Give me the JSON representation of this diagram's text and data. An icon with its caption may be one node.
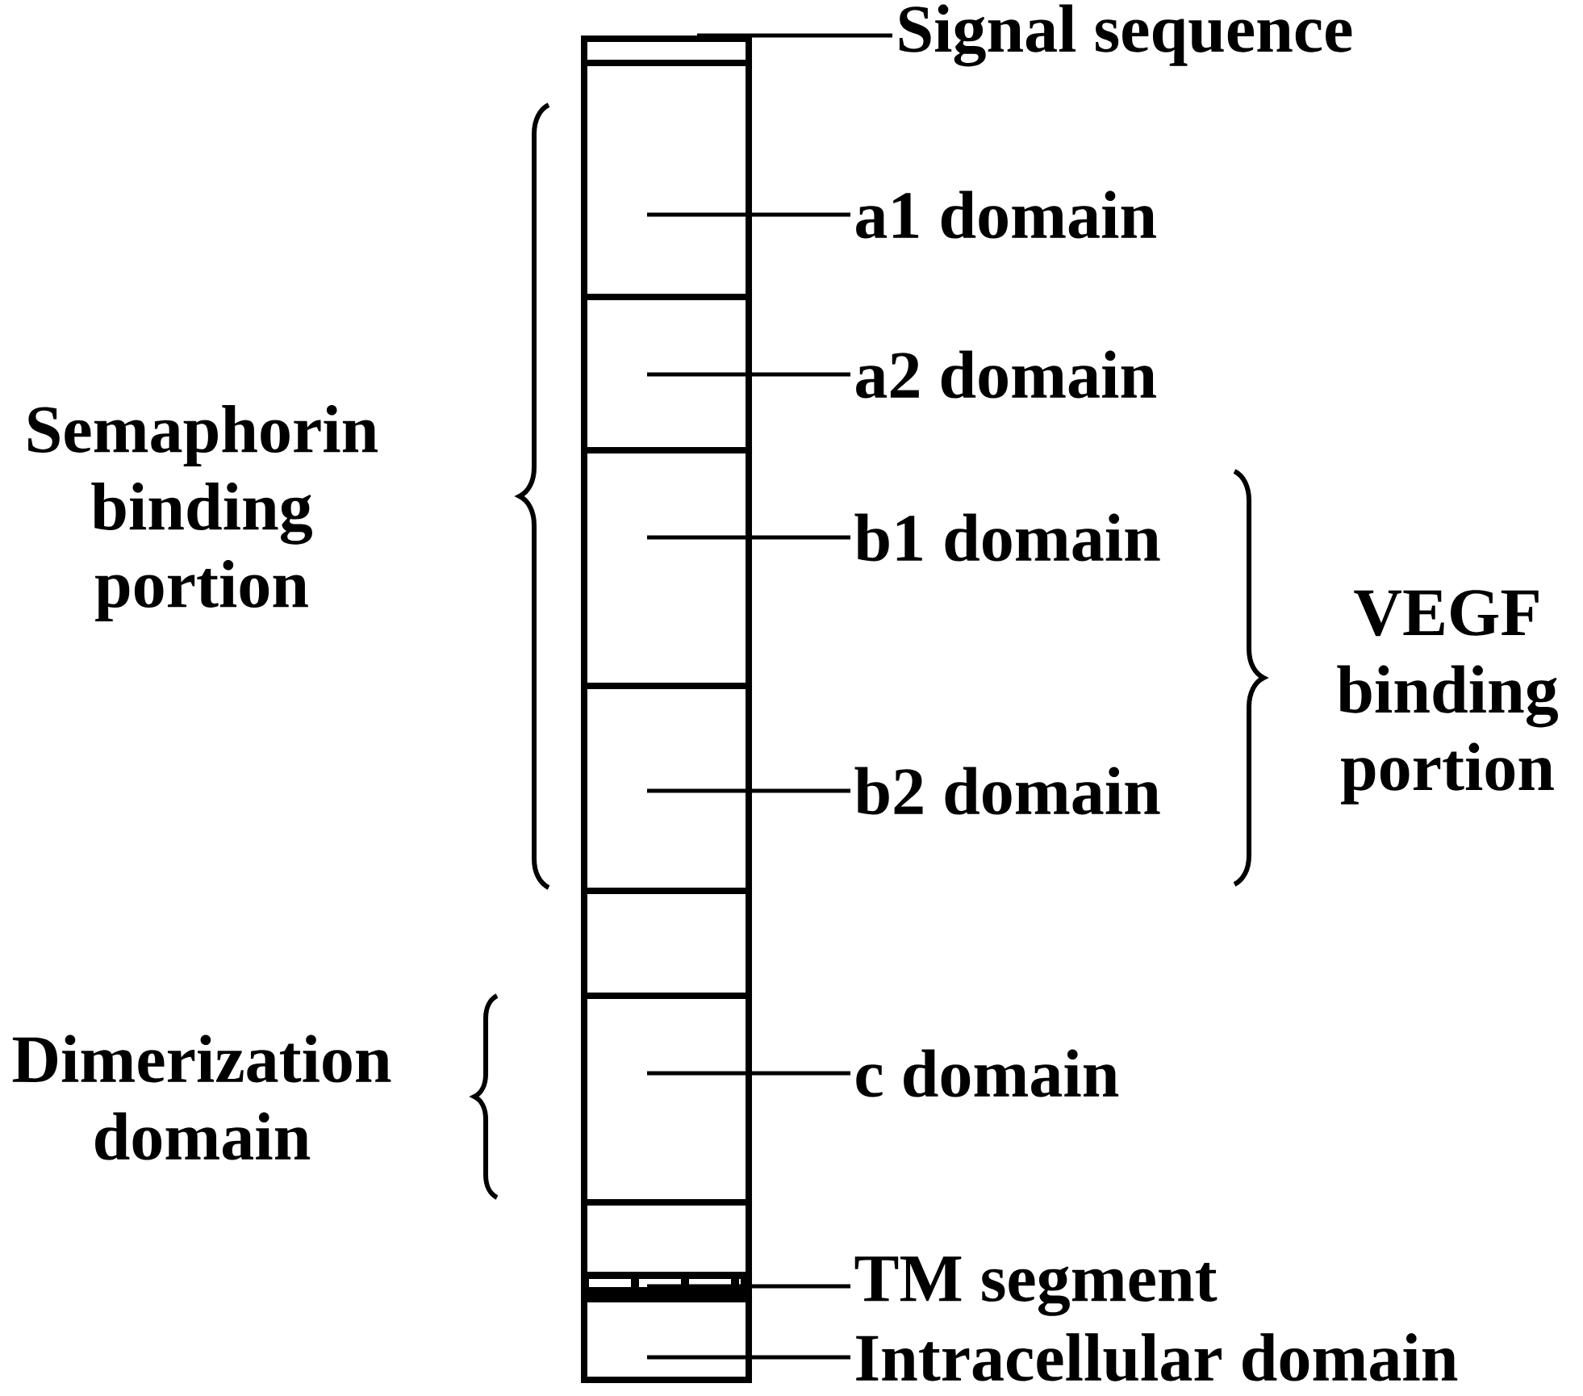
{
  "diagram": {
    "nodes": [
      {
        "text": [
          "Signal sequence"
        ]
      },
      {
        "text": [
          "a1 domain"
        ]
      },
      {
        "text": [
          "a2 domain"
        ]
      },
      {
        "text": [
          "b1 domain"
        ]
      },
      {
        "text": [
          "b2 domain"
        ]
      },
      {
        "text": [
          "c domain"
        ]
      },
      {
        "text": [
          "TM segment"
        ]
      },
      {
        "text": [
          "Intracellular domain"
        ]
      },
      {
        "text": [],
        "shape": "box"
      },
      {
        "text": [],
        "shape": "box"
      },
      {
        "text": [],
        "shape": "box"
      },
      {
        "text": [],
        "shape": "box"
      },
      {
        "text": [],
        "shape": "box"
      },
      {
        "text": [],
        "shape": "box"
      },
      {
        "text": [],
        "shape": "box"
      },
      {
        "text": [],
        "shape": "box"
      },
      {
        "text": [],
        "shape": "bar"
      },
      {
        "text": [],
        "shape": "box"
      }
    ],
    "edges": [
      {
        "from": 0,
        "to": 8,
        "arrow": "none"
      },
      {
        "from": 1,
        "to": 9,
        "arrow": "none"
      },
      {
        "from": 2,
        "to": 10,
        "arrow": "none"
      },
      {
        "from": 3,
        "to": 11,
        "arrow": "none"
      },
      {
        "from": 4,
        "to": 12,
        "arrow": "none"
      },
      {
        "from": 5,
        "to": 14,
        "arrow": "none"
      },
      {
        "from": 6,
        "to": 16,
        "arrow": "none"
      },
      {
        "from": 7,
        "to": 17,
        "arrow": "none"
      }
    ],
    "labels": [
      "Semaphorin binding portion",
      "VEGF binding portion",
      "Dimerization domain"
    ]
  }
}
